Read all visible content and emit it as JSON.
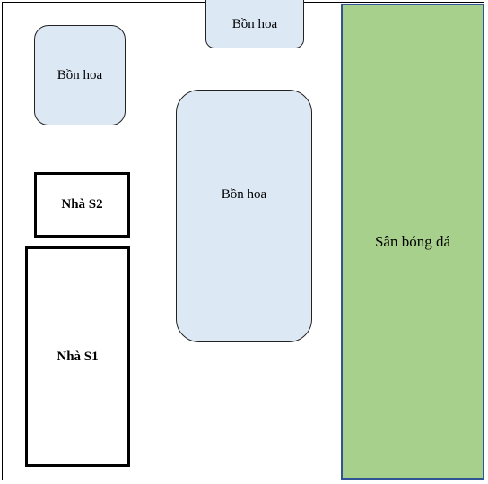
{
  "map": {
    "flowerbed_top": "Bồn hoa",
    "flowerbed_left": "Bồn hoa",
    "flowerbed_center": "Bồn hoa",
    "building_s2": "Nhà S2",
    "building_s1": "Nhà S1",
    "football_field": "Sân bóng đá"
  },
  "colors": {
    "flowerbed_fill": "#dde8f5",
    "field_fill": "#a8d08d",
    "field_border": "#2f5597"
  }
}
